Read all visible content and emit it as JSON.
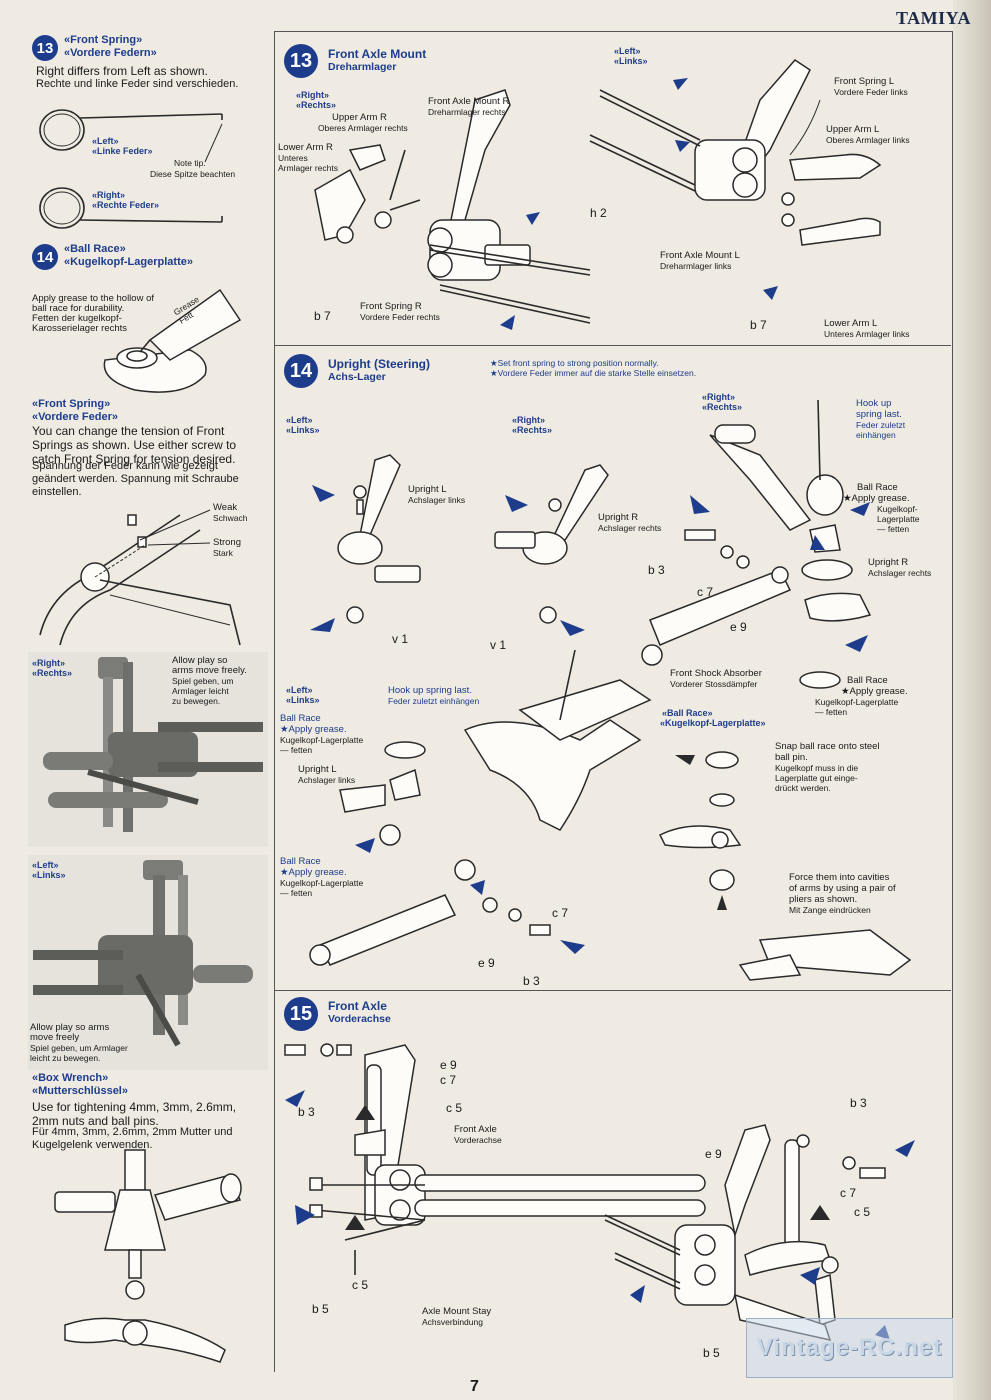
{
  "brand": "TAMIYA",
  "page_number": "7",
  "watermark": "Vintage-RC.net",
  "left": {
    "s13": {
      "num": "13",
      "title_en": "«Front Spring»",
      "title_de": "«Vordere Federn»",
      "text_en": "Right differs from Left as shown.",
      "text_de": "Rechte und linke Feder sind verschieden.",
      "left_en": "«Left»",
      "left_de": "«Linke Feder»",
      "note_en": "Note tip.",
      "note_de": "Diese Spitze beachten",
      "right_en": "«Right»",
      "right_de": "«Rechte Feder»"
    },
    "s14": {
      "num": "14",
      "title_en": "«Ball Race»",
      "title_de": "«Kugelkopf-Lagerplatte»",
      "text_en_1": "Apply grease to the hollow of",
      "text_en_2": "ball race for durability.",
      "text_de_1": "Fetten der kugelkopf-",
      "text_de_2": "Karosserielager rechts",
      "tube_1": "Grease",
      "tube_2": "Fett"
    },
    "fs": {
      "title_en": "«Front Spring»",
      "title_de": "«Vordere Feder»",
      "text_en": "You can change the tension of Front Springs as shown. Use either screw to catch Front Spring for tension desired.",
      "text_de": "Spannung der Feder kann wie gezeigt geändert werden. Spannung mit Schraube einstellen.",
      "weak_en": "Weak",
      "weak_de": "Schwach",
      "strong_en": "Strong",
      "strong_de": "Stark"
    },
    "photo_right": {
      "label_en": "«Right»",
      "label_de": "«Rechts»",
      "note_1": "Allow play so",
      "note_2": "arms move freely.",
      "note_3": "Spiel geben, um",
      "note_4": "Armlager leicht",
      "note_5": "zu bewegen."
    },
    "photo_left": {
      "label_en": "«Left»",
      "label_de": "«Links»",
      "note_1": "Allow play so arms",
      "note_2": "move freely",
      "note_3": "Spiel geben, um Armlager",
      "note_4": "leicht zu bewegen."
    },
    "bw": {
      "title_en": "«Box Wrench»",
      "title_de": "«Mutterschlüssel»",
      "text_en": "Use for tightening 4mm, 3mm, 2.6mm, 2mm nuts and ball pins.",
      "text_de": "Für 4mm, 3mm, 2.6mm, 2mm Mutter und Kugelgelenk verwenden."
    }
  },
  "step13": {
    "num": "13",
    "title_en": "Front Axle Mount",
    "title_de": "Dreharmlager",
    "right_en": "«Right»",
    "right_de": "«Rechts»",
    "left_en": "«Left»",
    "left_de": "«Links»",
    "upper_arm_r_en": "Upper Arm R",
    "upper_arm_r_de": "Oberes Armlager rechts",
    "front_axle_mount_r_en": "Front Axle Mount R",
    "front_axle_mount_r_de": "Dreharmlager rechts",
    "lower_arm_r_en": "Lower Arm R",
    "lower_arm_r_de_1": "Unteres",
    "lower_arm_r_de_2": "Armlager rechts",
    "front_spring_r_en": "Front Spring R",
    "front_spring_r_de": "Vordere Feder rechts",
    "b7": "b 7",
    "h2": "h 2",
    "front_spring_l_en": "Front Spring L",
    "front_spring_l_de": "Vordere Feder links",
    "upper_arm_l_en": "Upper Arm L",
    "upper_arm_l_de": "Oberes Armlager links",
    "front_axle_mount_l_en": "Front Axle Mount L",
    "front_axle_mount_l_de": "Dreharmlager links",
    "lower_arm_l_en": "Lower Arm L",
    "lower_arm_l_de": "Unteres Armlager links"
  },
  "step14": {
    "num": "14",
    "title_en": "Upright (Steering)",
    "title_de": "Achs-Lager",
    "note_en": "★Set front spring to strong position normally.",
    "note_de": "★Vordere Feder immer auf die starke Stelle einsetzen.",
    "left_en": "«Left»",
    "left_de": "«Links»",
    "right_en": "«Right»",
    "right_de": "«Rechts»",
    "upright_l_en": "Upright L",
    "upright_l_de": "Achslager links",
    "upright_r_en": "Upright R",
    "upright_r_de": "Achslager rechts",
    "v1": "v 1",
    "r_right_en": "«Right»",
    "r_right_de": "«Rechts»",
    "hook_en": "Hook up",
    "hook_en2": "spring last.",
    "hook_de": "Feder zuletzt",
    "hook_de2": "einhängen",
    "ball_race_en": "Ball Race",
    "apply_grease_en": "★Apply grease.",
    "kugel_de": "Kugelkopf-",
    "lager_de": "Lagerplatte",
    "fetten": "— fetten",
    "b3": "b 3",
    "c7": "c 7",
    "e9": "e 9",
    "shock_en": "Front Shock Absorber",
    "shock_de": "Vorderer Stossdämpfer",
    "br2_en": "Ball Race",
    "br2_grease": "★Apply grease.",
    "br2_de": "Kugelkopf-Lagerplatte",
    "br2_fetten": "— fetten",
    "l_left_en": "«Left»",
    "l_left_de": "«Links»",
    "l_hook_en": "Hook up spring last.",
    "l_hook_de": "Feder zuletzt einhängen",
    "l_br_en": "Ball Race",
    "l_br_grease": "★Apply grease.",
    "l_br_de": "Kugelkopf-Lagerplatte",
    "l_br_fetten": "— fetten",
    "l_upright_en": "Upright L",
    "l_upright_de": "Achslager links",
    "l_br2_en": "Ball Race",
    "l_br2_grease": "★Apply grease.",
    "l_br2_de": "Kugelkopf-Lagerplatte",
    "l_br2_fetten": "— fetten",
    "c7b": "c 7",
    "e9b": "e 9",
    "b3b": "b 3",
    "bri_title_en": "«Ball Race»",
    "bri_title_de": "«Kugelkopf-Lagerplatte»",
    "snap_en_1": "Snap ball race onto steel",
    "snap_en_2": "ball pin.",
    "snap_de_1": "Kugelkopf muss in die",
    "snap_de_2": "Lagerplatte gut einge-",
    "snap_de_3": "drückt werden.",
    "force_en_1": "Force them into cavities",
    "force_en_2": "of arms by using a pair of",
    "force_en_3": "pliers as shown.",
    "force_de": "Mit Zange eindrücken"
  },
  "step15": {
    "num": "15",
    "title_en": "Front Axle",
    "title_de": "Vorderachse",
    "e9": "e 9",
    "c7": "c 7",
    "c5": "c 5",
    "b3": "b 3",
    "front_axle_en": "Front Axle",
    "front_axle_de": "Vorderachse",
    "c5b": "c 5",
    "b5": "b 5",
    "stay_en": "Axle Mount Stay",
    "stay_de": "Achsverbindung",
    "r_b3": "b 3",
    "r_e9": "e 9",
    "r_c7": "c 7",
    "r_c5": "c 5",
    "r_b5": "b 5"
  }
}
